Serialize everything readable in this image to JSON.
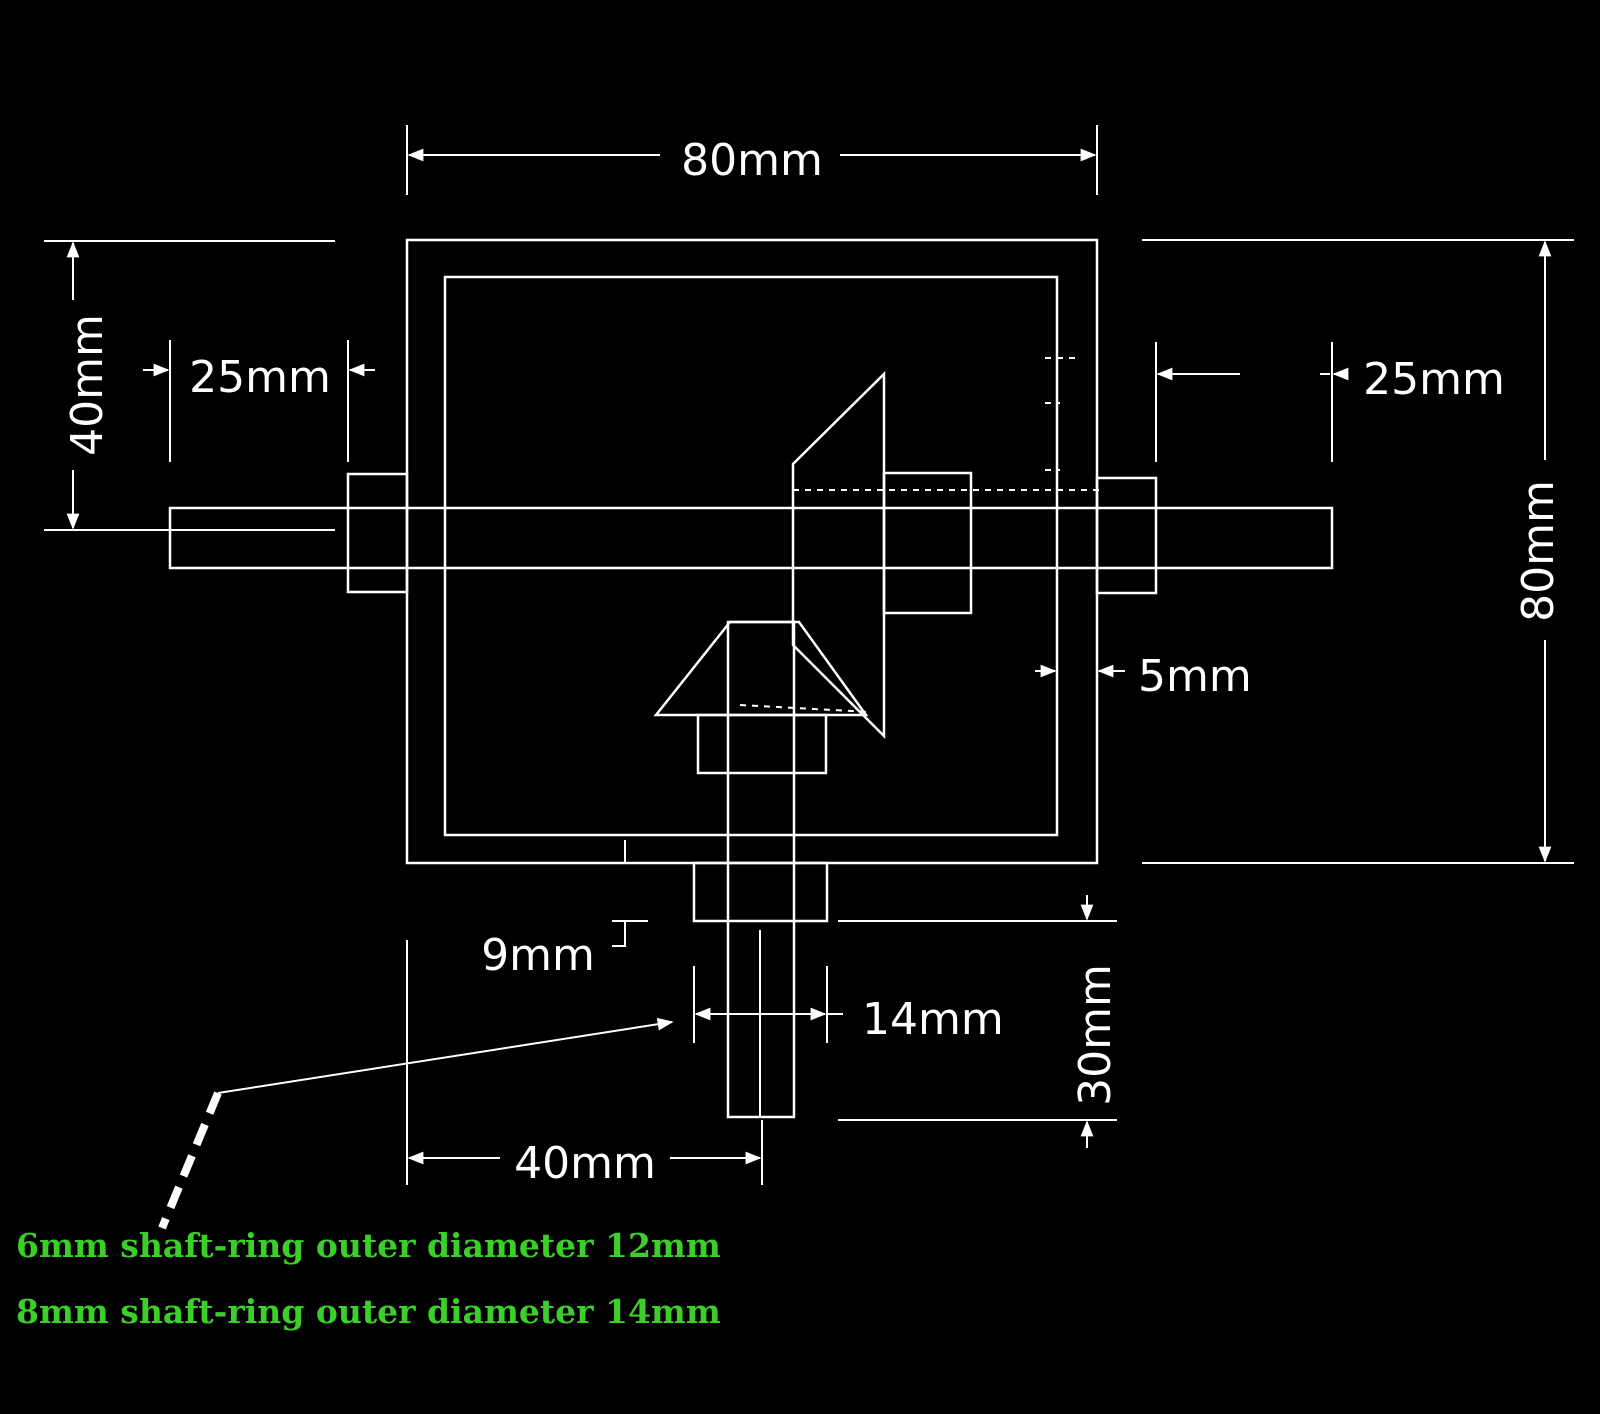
{
  "dimensions": {
    "top_width": "80mm",
    "left_height": "40mm",
    "left_shaft": "25mm",
    "right_shaft": "25mm",
    "right_height": "80mm",
    "wall": "5mm",
    "collar": "9mm",
    "bottom_width": "14mm",
    "bottom_shaft": "30mm",
    "bottom_offset": "40mm"
  },
  "notes": [
    "6mm shaft-ring outer diameter 12mm",
    "8mm shaft-ring outer diameter 14mm"
  ],
  "colors": {
    "background": "#000000",
    "line": "#ffffff",
    "note": "#3ccf2a"
  }
}
